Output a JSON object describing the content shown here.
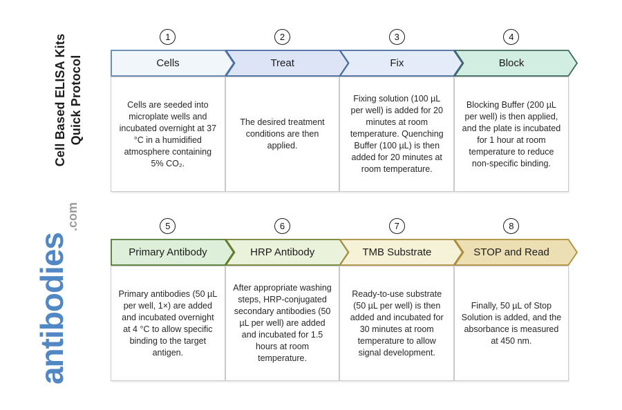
{
  "sidebar": {
    "title_line1": "Cell Based ELISA Kits",
    "title_line2": "Quick Protocol",
    "title_color": "#1c1c1c",
    "logo_main": "antibodies",
    "logo_suffix": ".com",
    "logo_main_color": "#5287c5",
    "logo_suffix_color": "#9b9b9b"
  },
  "steps": [
    {
      "number": "1",
      "label": "Cells",
      "fill": "#f1f6fb",
      "stroke": "#5d81ab",
      "description": "Cells are seeded into microplate wells and incubated overnight at 37 °C in a humidified atmosphere containing 5% CO₂."
    },
    {
      "number": "2",
      "label": "Treat",
      "fill": "#dce4f6",
      "stroke": "#44699f",
      "description": "The desired treatment conditions are then applied."
    },
    {
      "number": "3",
      "label": "Fix",
      "fill": "#e4ebf9",
      "stroke": "#44699f",
      "description": "Fixing solution (100 µL per well) is added for 20 minutes at room temperature. Quenching Buffer (100 µL) is then added for 20 minutes at room temperature."
    },
    {
      "number": "4",
      "label": "Block",
      "fill": "#d2ede2",
      "stroke": "#3e685c",
      "description": "Blocking Buffer (200 µL per well) is then applied, and the plate is incubated for 1 hour at room temperature to reduce non-specific binding."
    },
    {
      "number": "5",
      "label": "Primary Antibody",
      "fill": "#ddefd9",
      "stroke": "#507730",
      "description": "Primary antibodies (50 µL per well, 1×) are added and incubated overnight at 4 °C to allow specific binding to the target antigen."
    },
    {
      "number": "6",
      "label": "HRP Antibody",
      "fill": "#eaf2dc",
      "stroke": "#6c7f2e",
      "description": "After appropriate washing steps, HRP-conjugated secondary antibodies (50 µL per well) are added and incubated for 1.5 hours at room temperature."
    },
    {
      "number": "7",
      "label": "TMB Substrate",
      "fill": "#f6f2d7",
      "stroke": "#a98f3e",
      "description": "Ready-to-use substrate (50 µL per well) is then added and incubated for 30 minutes at room temperature to allow signal development."
    },
    {
      "number": "8",
      "label": "STOP and Read",
      "fill": "#ecdfb3",
      "stroke": "#af8c3a",
      "description": "Finally, 50 µL of Stop Solution is added, and the absorbance is measured at 450 nm."
    }
  ]
}
